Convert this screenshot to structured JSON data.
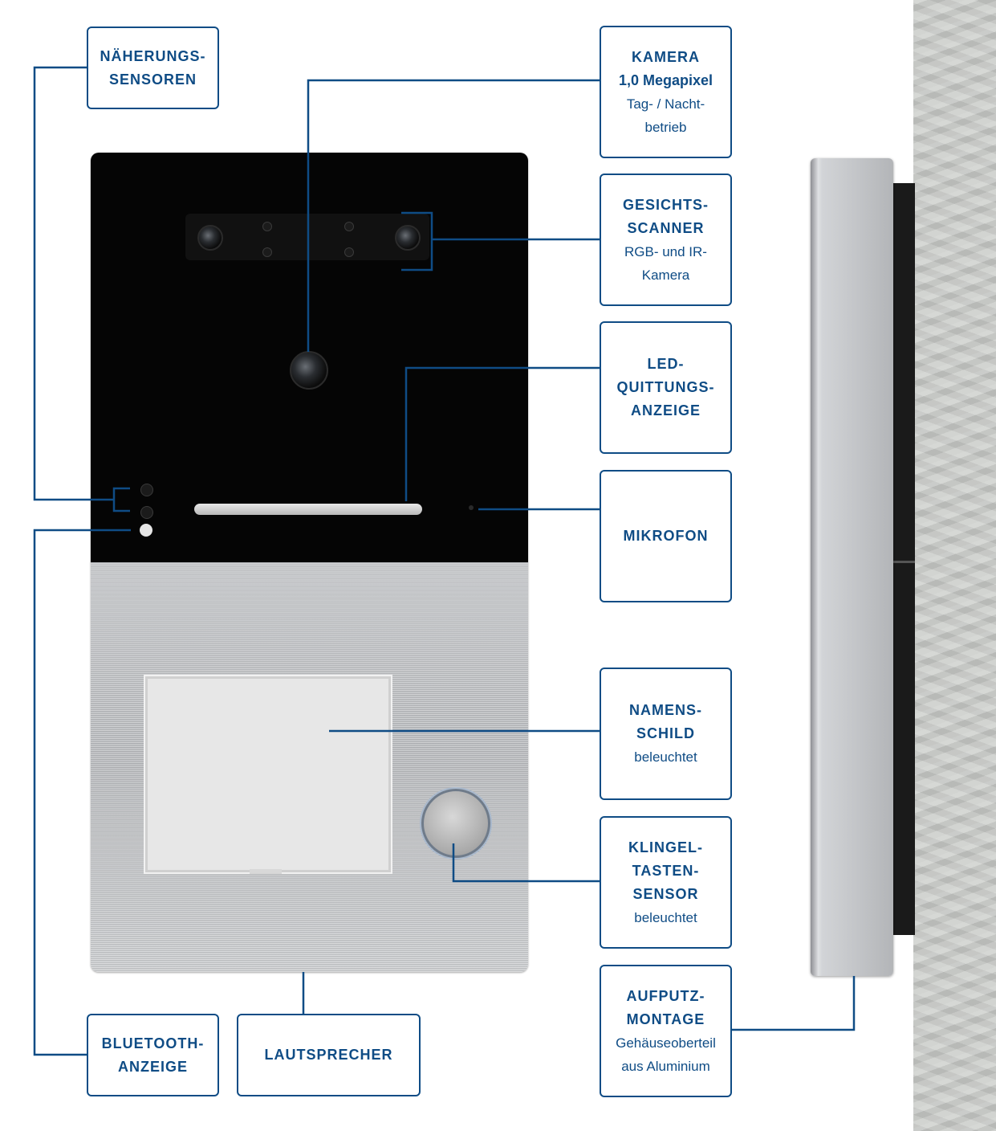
{
  "labels": {
    "naeherung": {
      "lines": [
        "NÄHERUNGS-",
        "SENSOREN"
      ]
    },
    "kamera": {
      "title": "KAMERA",
      "subtitle": "1,0 Megapixel",
      "desc1": "Tag- / Nacht-",
      "desc2": "betrieb"
    },
    "gesicht": {
      "title1": "GESICHTS-",
      "title2": "SCANNER",
      "desc1": "RGB- und IR-",
      "desc2": "Kamera"
    },
    "led": {
      "lines": [
        "LED-",
        "QUITTUNGS-",
        "ANZEIGE"
      ]
    },
    "mikrofon": {
      "title": "MIKROFON"
    },
    "namensschild": {
      "title1": "NAMENS-",
      "title2": "SCHILD",
      "desc": "beleuchtet"
    },
    "klingel": {
      "title1": "KLINGEL-",
      "title2": "TASTEN-",
      "title3": "SENSOR",
      "desc": "beleuchtet"
    },
    "aufputz": {
      "title1": "AUFPUTZ-",
      "title2": "MONTAGE",
      "desc1": "Gehäuseoberteil",
      "desc2": "aus Aluminium"
    },
    "bluetooth": {
      "lines": [
        "BLUETOOTH-",
        "ANZEIGE"
      ]
    },
    "lautsprecher": {
      "title": "LAUTSPRECHER"
    }
  },
  "colors": {
    "accent": "#0f4c85"
  }
}
